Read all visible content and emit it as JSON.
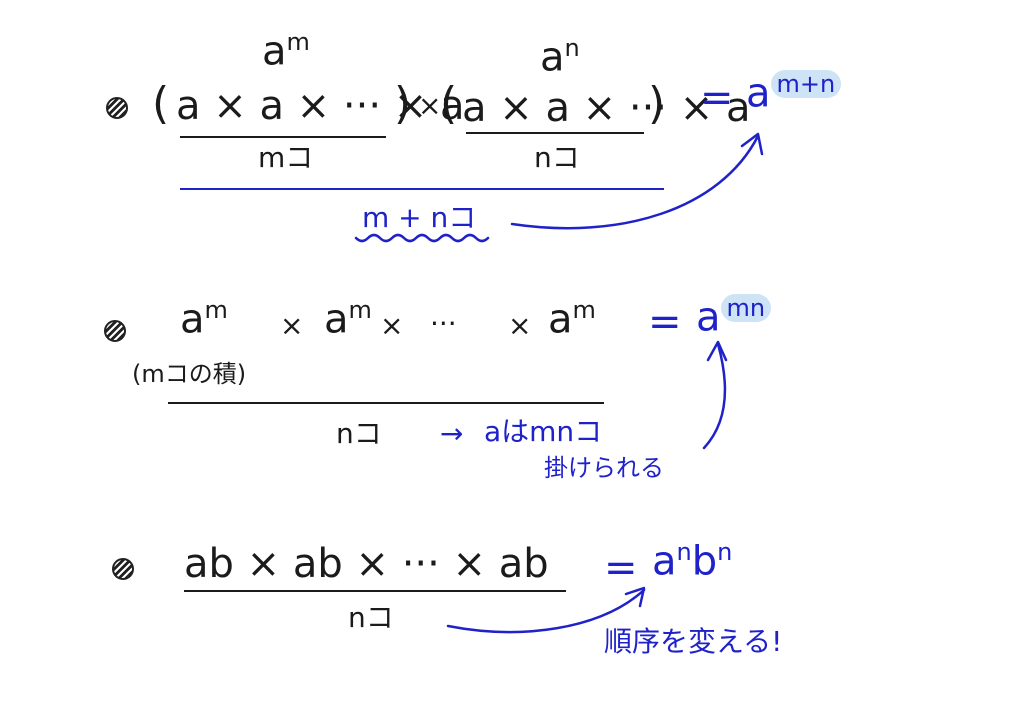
{
  "row1": {
    "top_left_power": "a",
    "top_left_exp": "m",
    "top_right_power": "a",
    "top_right_exp": "n",
    "open1": "(",
    "factors1": "a × a × ··· × a",
    "close1": ")",
    "times": "×",
    "open2": "(",
    "factors2": "a × a × ··· × a",
    "close2": ")",
    "count1": "mコ",
    "count2": "nコ",
    "total_count": "m + nコ",
    "equals": "=",
    "result_base": "a",
    "result_exp": "m+n"
  },
  "row2": {
    "term1": "a",
    "term1_exp": "m",
    "times1": "×",
    "term2": "a",
    "term2_exp": "m",
    "times2": "×",
    "dots": "···",
    "times3": "×",
    "term3": "a",
    "term3_exp": "m",
    "note": "(mコの積)",
    "count": "nコ",
    "arrow": "→",
    "explain1": "aはmnコ",
    "explain2": "掛けられる",
    "equals": "=",
    "result_base": "a",
    "result_exp": "mn"
  },
  "row3": {
    "expr": "ab × ab × ··· × ab",
    "count": "nコ",
    "equals": "=",
    "result_a": "a",
    "result_a_exp": "n",
    "result_b": "b",
    "result_b_exp": "n",
    "note": "順序を変える!"
  },
  "colors": {
    "ink": "#1b1b1b",
    "blue": "#1f22c9",
    "highlight": "#cfe3f6"
  }
}
